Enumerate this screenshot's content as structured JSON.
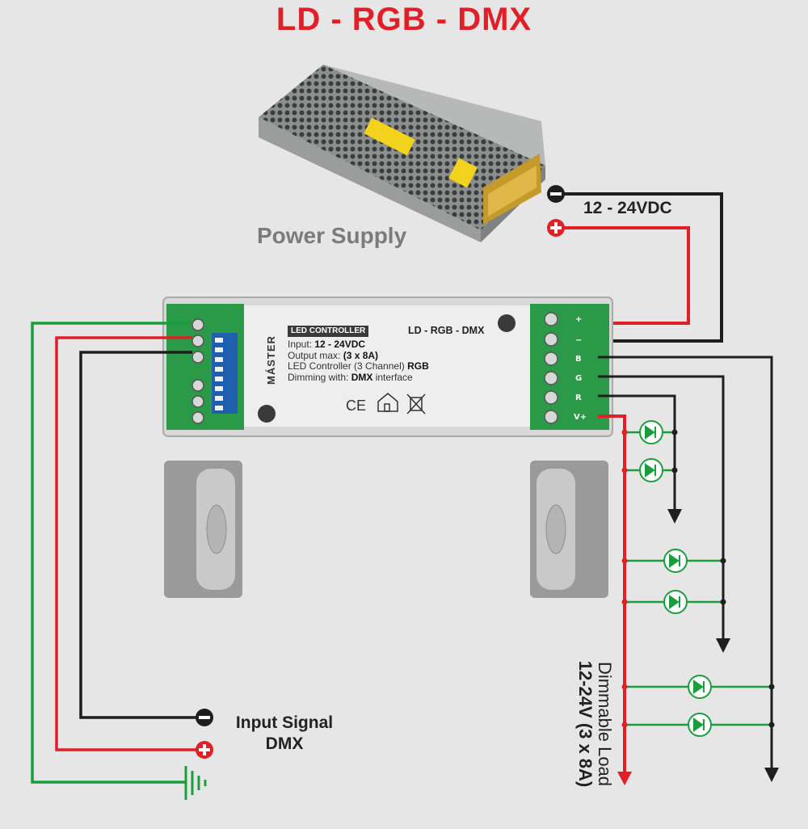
{
  "title": "LD - RGB - DMX",
  "power_supply": {
    "label": "Power Supply",
    "voltage": "12 - 24VDC"
  },
  "controller": {
    "brand": "MÁSTER",
    "header": "LED CONTROLLER",
    "model": "LD - RGB - DMX",
    "lines": [
      {
        "prefix": "Input: ",
        "value": "12 - 24VDC",
        "suffix": ""
      },
      {
        "prefix": "Output max: ",
        "value": "(3 x 8A)",
        "suffix": ""
      },
      {
        "prefix": "LED Controller (3 Channel) ",
        "value": "RGB",
        "suffix": ""
      },
      {
        "prefix": "Dimming with: ",
        "value": "DMX",
        "suffix": " interface"
      }
    ],
    "marks": [
      "CE",
      "indoor-use-icon",
      "weee-bin-icon"
    ]
  },
  "input_signal": {
    "line1": "Input Signal",
    "line2": "DMX"
  },
  "load": {
    "line1": "Dimmable Load",
    "line2": "12-24V (3 x 8A)"
  },
  "colors": {
    "title": "#e21f26",
    "wire_red": "#e21f26",
    "wire_black": "#1e1e1e",
    "wire_green": "#1a9e3c",
    "terminal_green": "#2b9a48"
  }
}
